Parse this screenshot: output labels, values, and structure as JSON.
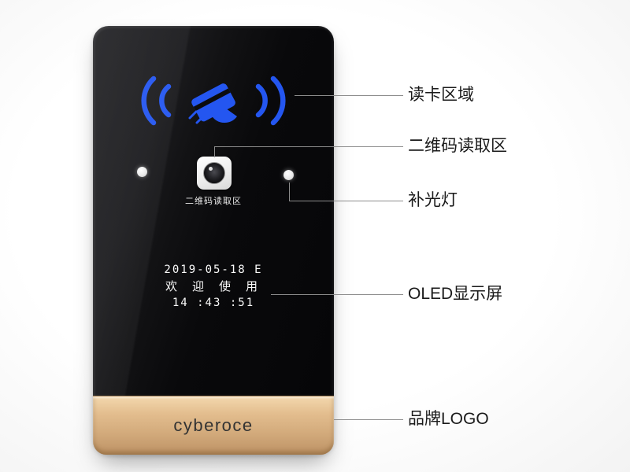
{
  "device": {
    "brand": "cyberoce",
    "camera_label": "二维码读取区",
    "oled": {
      "date_line": "2019-05-18 E",
      "welcome_line": "欢 迎 使 用",
      "time_line": "14 :43 :51"
    }
  },
  "annotations": [
    {
      "id": "card-read-area",
      "label": "读卡区域"
    },
    {
      "id": "qr-read-area",
      "label": "二维码读取区"
    },
    {
      "id": "fill-light",
      "label": "补光灯"
    },
    {
      "id": "oled-display",
      "label": "OLED显示屏"
    },
    {
      "id": "brand-logo",
      "label": "品牌LOGO"
    }
  ],
  "colors": {
    "accent_blue": "#2456f0",
    "gold_band": "#d3ab7c",
    "glass_black": "#09090b",
    "callout_line": "#8c8c8c",
    "label_text": "#1a1a1a"
  }
}
